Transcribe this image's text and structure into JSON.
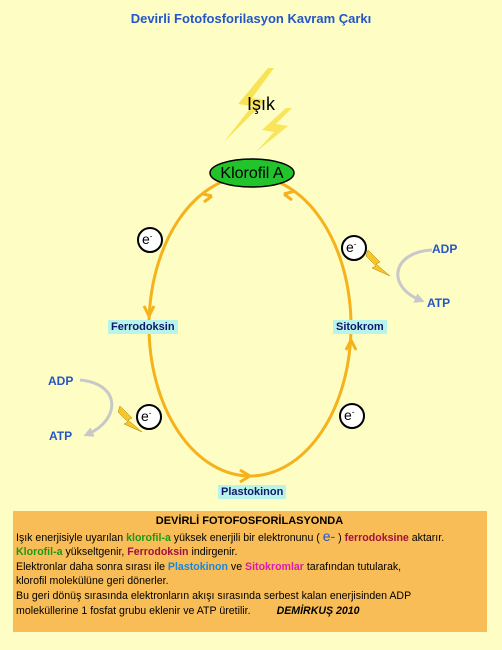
{
  "title": "Devirli Fotofosforilasyon Kavram Çarkı",
  "light_label": "Işık",
  "chlorophyll_label": "Klorofil A",
  "electron_symbol": "e",
  "electron_sup": "-",
  "nodes": {
    "ferrodoksin": "Ferrodoksin",
    "sitokrom": "Sitokrom",
    "plastokinon": "Plastokinon"
  },
  "right_cycle": {
    "adp": "ADP",
    "atp": "ATP"
  },
  "left_cycle": {
    "adp": "ADP",
    "atp": "ATP"
  },
  "colors": {
    "background": "#fdfdc4",
    "cycle": "#f5b21a",
    "chlorophyll_fill": "#22c32b",
    "label_bg": "#b8f4ea",
    "info_bg": "#f8bd56",
    "title": "#2456c8"
  },
  "info": {
    "heading": "DEVİRLİ FOTOFOSFORİLASYONDA",
    "l1_a": "Işık enerjisiyle uyarılan ",
    "l1_b": "klorofil-a",
    "l1_c": " yüksek enerjili bir elektronunu ( ",
    "l1_d": "e-",
    "l1_e": " ) ",
    "l1_f": "ferrodoksine",
    "l1_g": " aktarır.",
    "l2_a": "Klorofil-a",
    "l2_b": " yükseltgenir, ",
    "l2_c": "Ferrodoksin",
    "l2_d": " indirgenir.",
    "l3_a": "Elektronlar daha sonra sırası ile ",
    "l3_b": "Plastokinon",
    "l3_c": " ve ",
    "l3_d": "Sitokromlar",
    "l3_e": " tarafından tutularak,",
    "l4": "klorofil molekülüne geri dönerler.",
    "l5": "Bu geri dönüş sırasında elektronların akışı sırasında serbest kalan enerjisinden ADP",
    "l6": "moleküllerine 1 fosfat grubu eklenir ve ATP üretilir.",
    "signature": "DEMİRKUŞ 2010"
  }
}
